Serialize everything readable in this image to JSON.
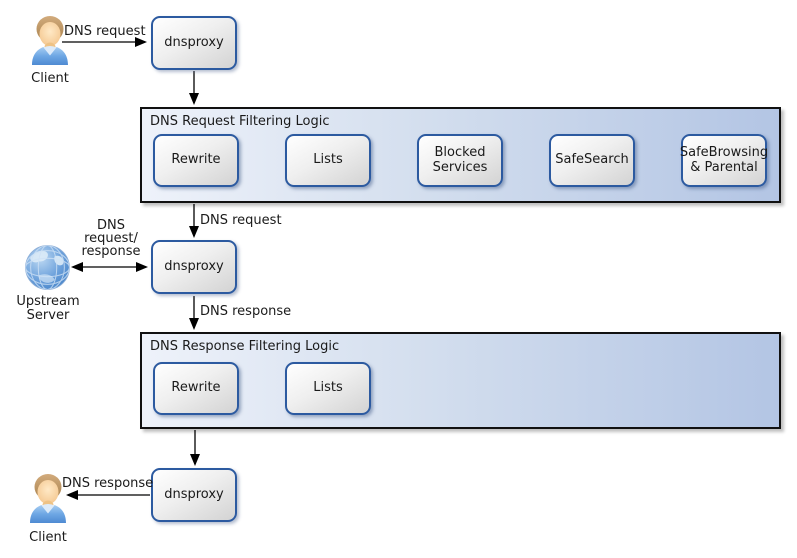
{
  "nodes": {
    "client_top": "Client",
    "client_bottom": "Client",
    "upstream": "Upstream Server",
    "dnsproxy_top": "dnsproxy",
    "dnsproxy_mid": "dnsproxy",
    "dnsproxy_bottom": "dnsproxy"
  },
  "request_filter": {
    "title": "DNS Request Filtering Logic",
    "steps": [
      "Rewrite",
      "Lists",
      "Blocked Services",
      "SafeSearch",
      "SafeBrowsing & Parental"
    ]
  },
  "response_filter": {
    "title": "DNS Response Filtering Logic",
    "steps": [
      "Rewrite",
      "Lists"
    ]
  },
  "edges": {
    "client_request": "DNS request",
    "filtered_request": "DNS request",
    "upstream_exchange": "DNS request/ response",
    "upstream_response": "DNS response",
    "client_response": "DNS response"
  },
  "icons": {
    "client_top": "person-icon",
    "client_bottom": "person-icon",
    "upstream": "globe-icon"
  },
  "colors": {
    "node_border": "#2c5aa0",
    "node_fill_light": "#ffffff",
    "node_fill_dark": "#d3d3d3",
    "container_fill_left": "#eef2fa",
    "container_fill_right": "#b3c5e4",
    "container_border": "#111111",
    "arrow": "#000000",
    "background": "#ffffff"
  }
}
